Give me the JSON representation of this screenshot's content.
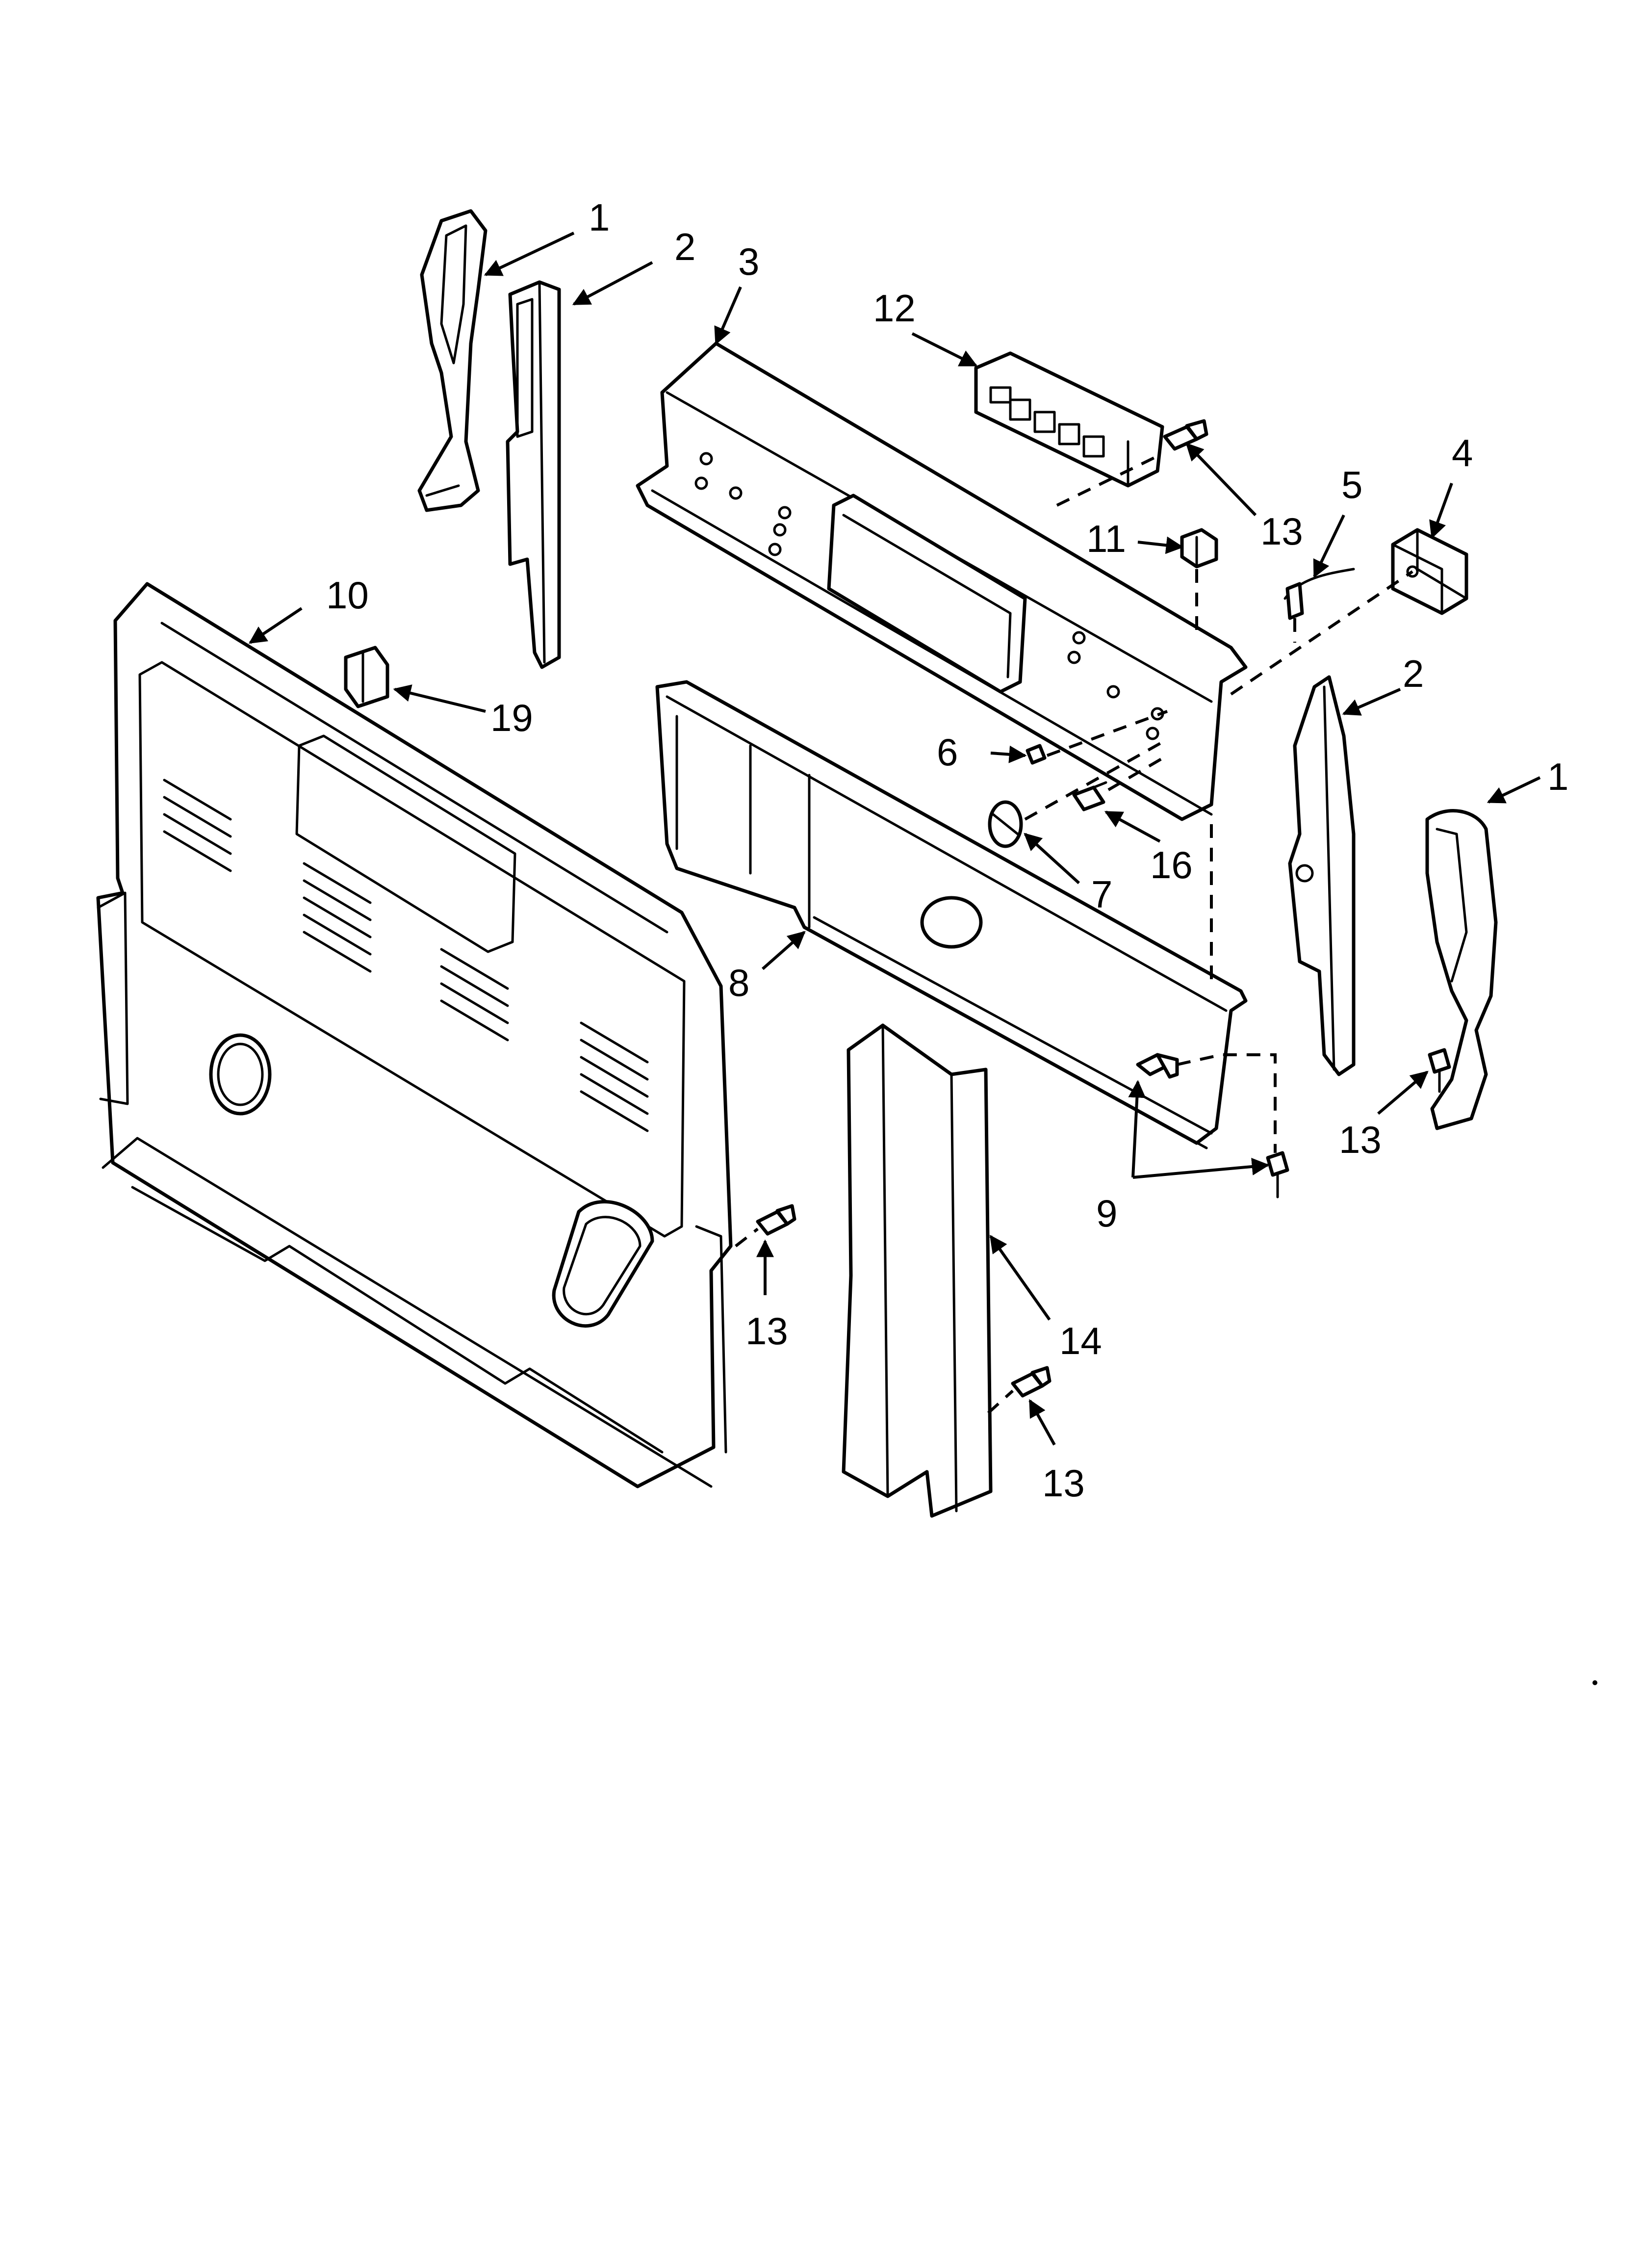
{
  "callouts": {
    "c1_left": "1",
    "c2_left": "2",
    "c3": "3",
    "c12": "12",
    "c13_top": "13",
    "c5": "5",
    "c4": "4",
    "c11": "11",
    "c10": "10",
    "c19": "19",
    "c2_right": "2",
    "c1_right": "1",
    "c6": "6",
    "c16": "16",
    "c7": "7",
    "c8": "8",
    "c13_right": "13",
    "c9": "9",
    "c13_left": "13",
    "c14": "14",
    "c13_bottom": "13"
  }
}
